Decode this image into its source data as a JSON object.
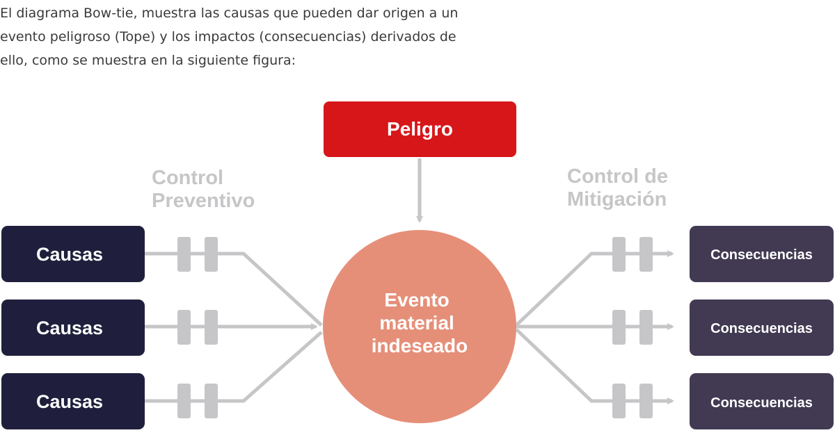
{
  "intro": {
    "lines": [
      "El diagrama Bow-tie, muestra las causas que pueden dar origen a un",
      "evento peligroso (Tope) y los impactos (consecuencias) derivados de",
      "ello, como se muestra en la siguiente figura:"
    ]
  },
  "diagram": {
    "hazard": "Peligro",
    "top_event": [
      "Evento",
      "material",
      "indeseado"
    ],
    "preventive_label": [
      "Control",
      "Preventivo"
    ],
    "mitigation_label": [
      "Control de",
      "Mitigación"
    ],
    "causes": [
      "Causas",
      "Causas",
      "Causas"
    ],
    "consequences": [
      "Consecuencias",
      "Consecuencias",
      "Consecuencias"
    ],
    "colors": {
      "hazard": "#d7161a",
      "top_event": "#e58f79",
      "cause": "#1f1f3d",
      "consequence": "#413a52",
      "connector": "#c6c6c8",
      "intro_text": "#3a3a3a"
    }
  }
}
